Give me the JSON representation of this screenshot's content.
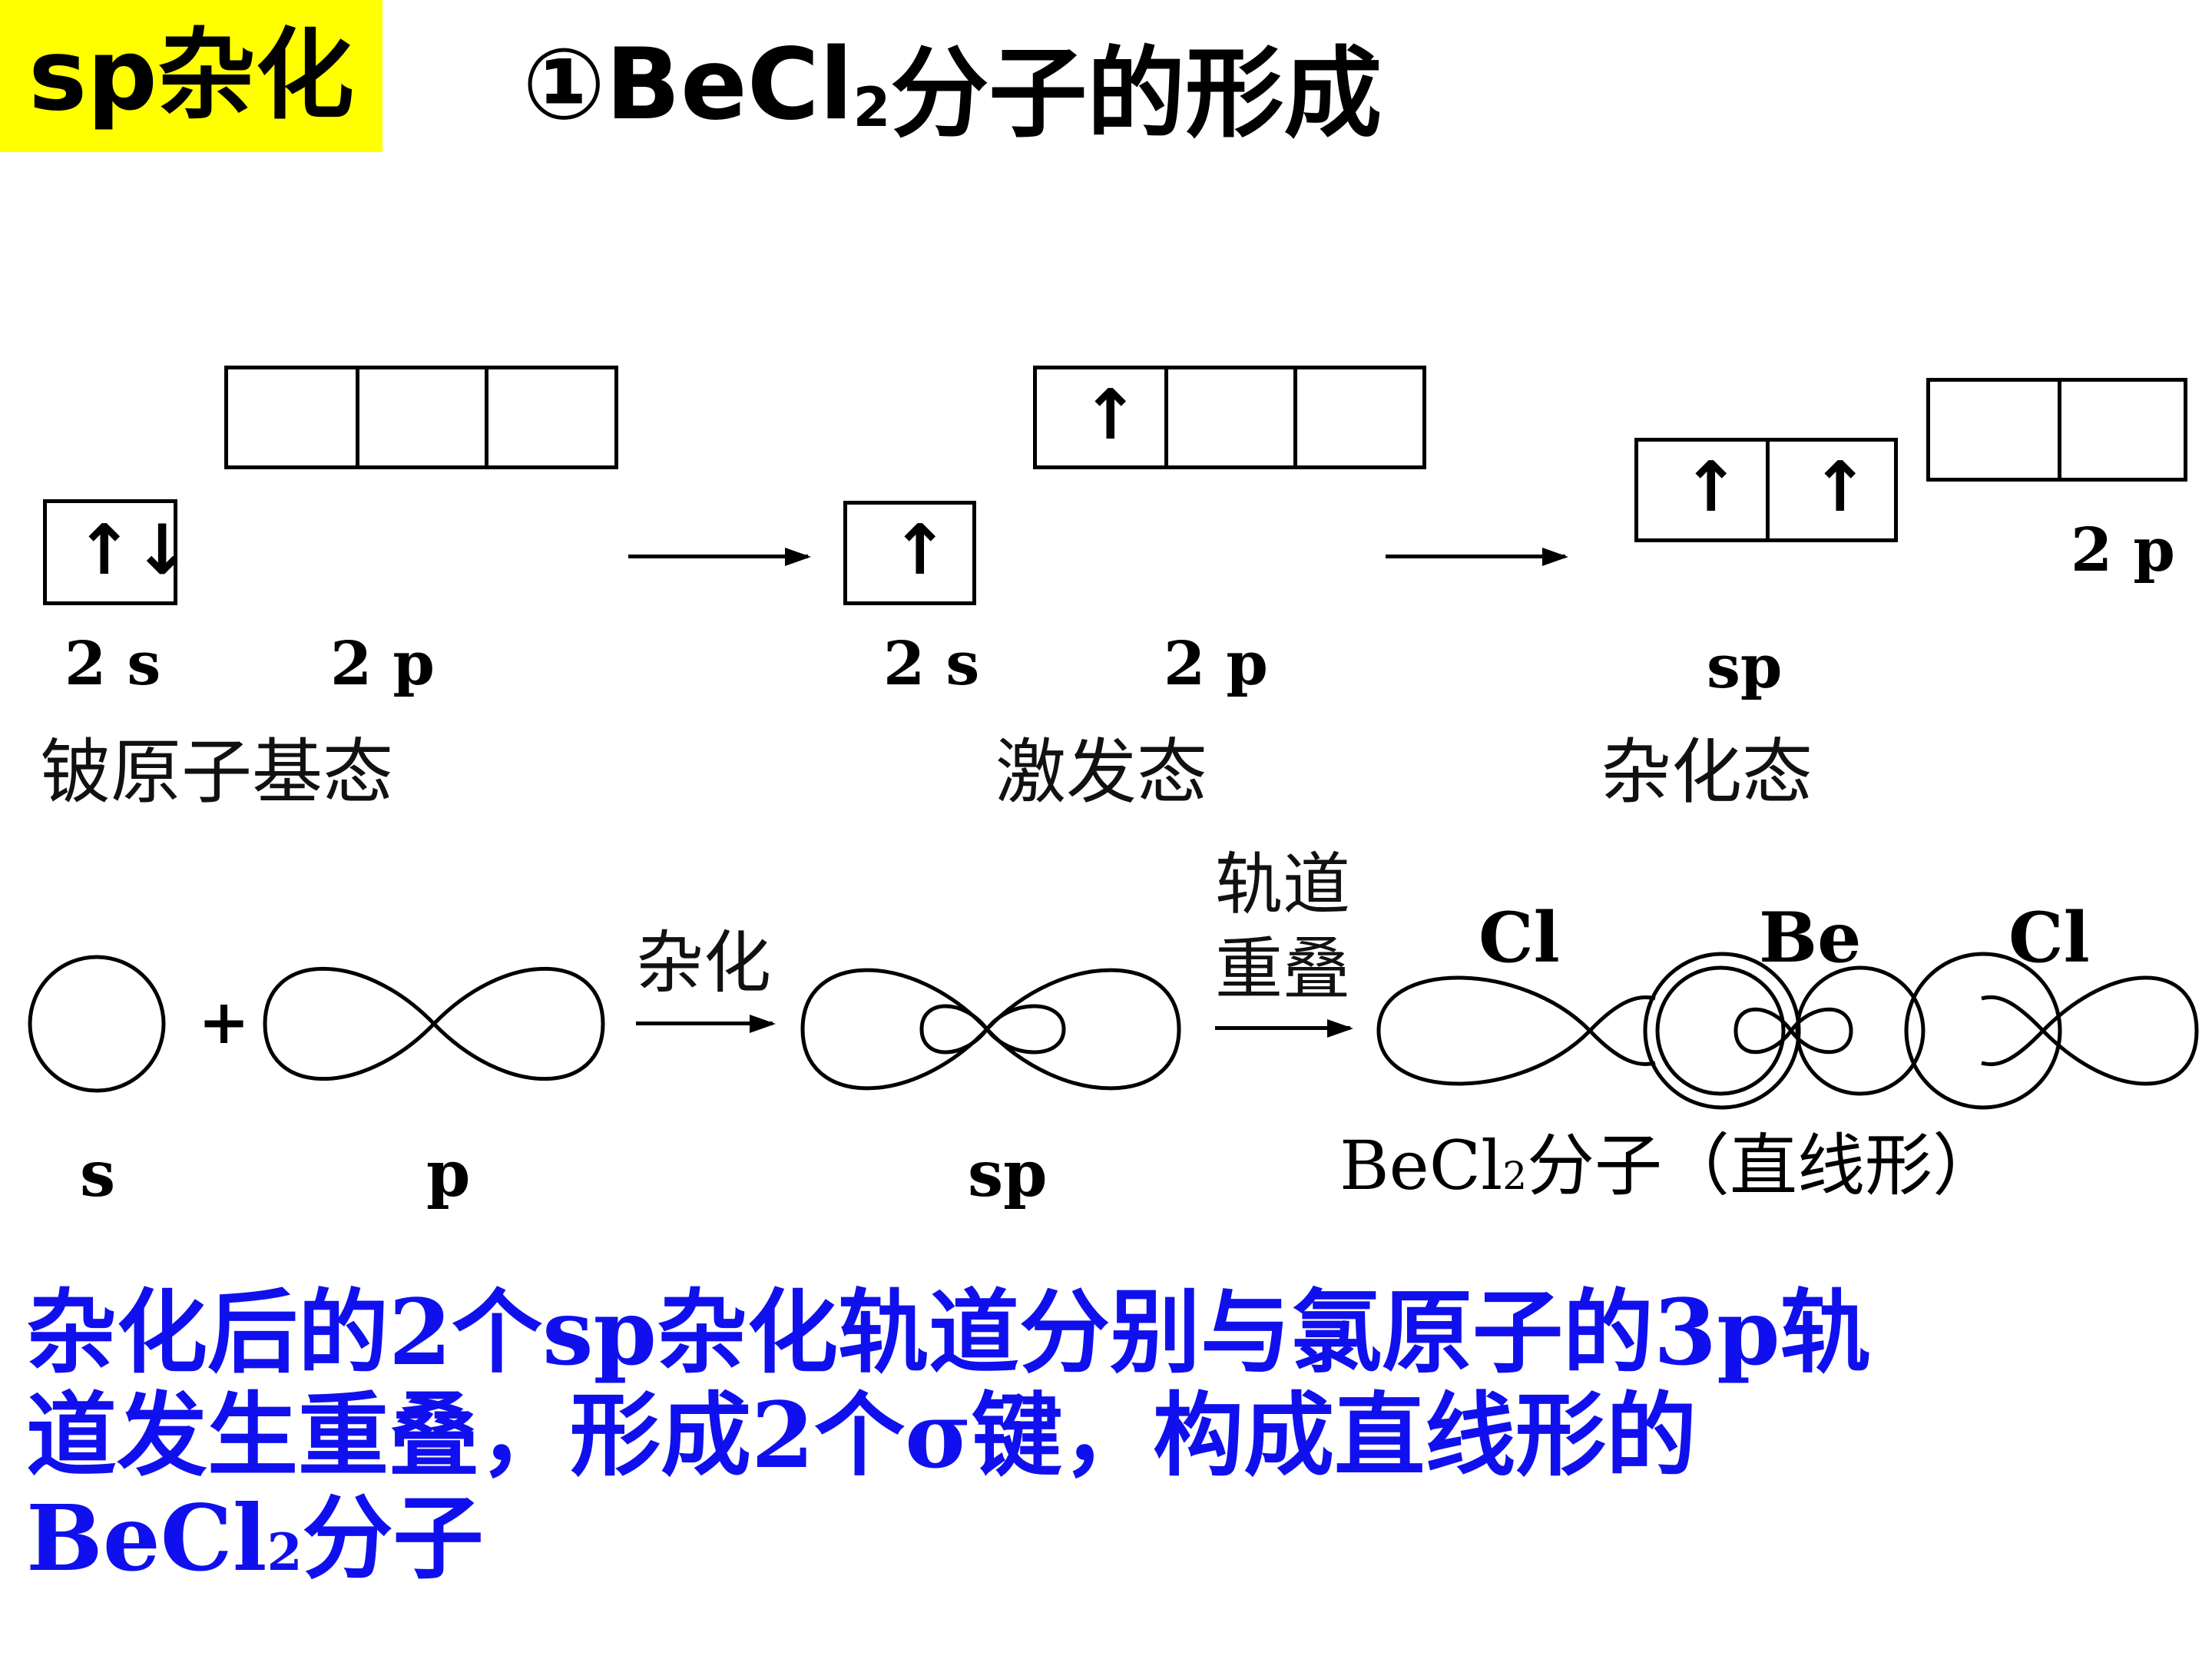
{
  "header": {
    "badge": "sp杂化",
    "title_main": "①BeCl",
    "title_sub": "2",
    "title_end": "分子的形成"
  },
  "energy_diagram": {
    "ground": {
      "s_label": "2 s",
      "p_label": "2 p",
      "state_label": "铍原子基态",
      "s_spins": "↑↓"
    },
    "excited": {
      "s_label": "2 s",
      "p_label": "2 p",
      "state_label": "激发态",
      "s_spins": "↑",
      "p_spins": "↑"
    },
    "hybrid": {
      "sp_label": "sp",
      "p_label": "2 p",
      "state_label": "杂化态",
      "sp_spins": [
        "↑",
        "↑"
      ]
    }
  },
  "orbital_diagram": {
    "s_label": "s",
    "plus": "+",
    "p_label": "p",
    "hybridize_label": "杂化",
    "sp_label": "sp",
    "overlap_label_line1": "轨道",
    "overlap_label_line2": "重叠",
    "atom_cl_left": "Cl",
    "atom_be": "Be",
    "atom_cl_right": "Cl",
    "molecule_main": "BeCl",
    "molecule_sub": "2",
    "molecule_end": "分子（直线形）"
  },
  "caption": {
    "line1": "杂化后的2个sp杂化轨道分别与氯原子的3p轨",
    "line2": "道发生重叠，形成2个σ键，构成直线形的",
    "line3_main": "BeCl",
    "line3_sub": "2",
    "line3_end": "分子"
  }
}
